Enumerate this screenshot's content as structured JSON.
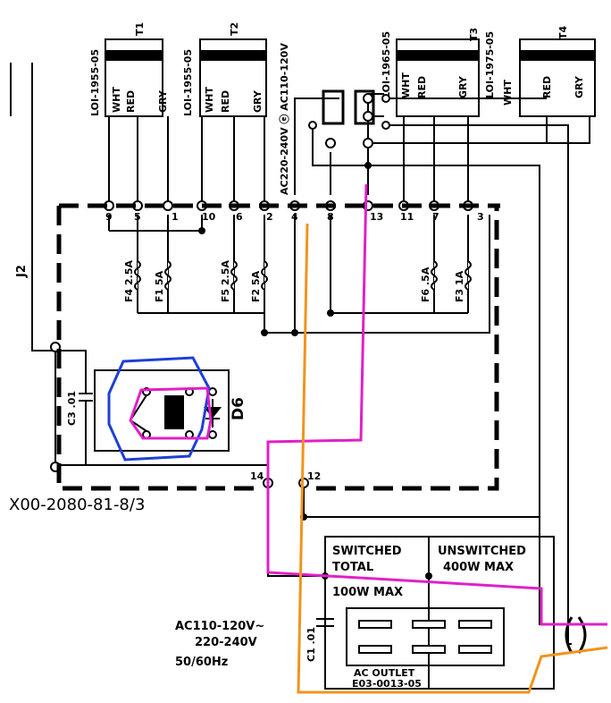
{
  "header_labels": {
    "t1_part": "LOI-1955-05",
    "t1": "T1",
    "t2_part": "LOI-1955-05",
    "t2": "T2",
    "ac_input": "AC220-240V ⓔ AC110-120V",
    "t3_part_a": "LOI-1965-05",
    "t3": "T3",
    "t4_part": "LOI-1975-05",
    "t4": "T4"
  },
  "wire_colors": {
    "t1": [
      "WHT",
      "RED",
      "GRY"
    ],
    "t2": [
      "WHT",
      "RED",
      "GRY"
    ],
    "t3": [
      "WHT",
      "RED",
      "GRY"
    ],
    "t4_a": "WHT",
    "t4_b": "RED",
    "t4_c": "GRY"
  },
  "terminals": [
    "9",
    "5",
    "1",
    "10",
    "6",
    "2",
    "4",
    "8",
    "13",
    "11",
    "7",
    "3"
  ],
  "fuses": [
    "F4 2.5A",
    "F1 5A",
    "F5 2.5A",
    "F2 5A",
    "F6 .5A",
    "F3 1A"
  ],
  "connector": "J2",
  "cap_c3": "C3 .01",
  "diode": "D6",
  "lower_terminals": [
    "14",
    "12"
  ],
  "board_part": "X00-2080-81-8/3",
  "outlet": {
    "switched": "SWITCHED",
    "total": "TOTAL",
    "switched_max": "100W MAX",
    "unswitched": "UNSWITCHED",
    "unswitched_max": "400W MAX",
    "cap_c1": "C1 .01",
    "name": "AC OUTLET",
    "part": "E03-0013-05"
  },
  "mains": {
    "line1": "AC110-120V~",
    "line2": "220-240V",
    "line3": "50/60Hz"
  },
  "colors": {
    "ink": "#000000",
    "annotation_blue": "#1f3fd6",
    "annotation_magenta": "#e020c8",
    "annotation_orange": "#f0941c"
  }
}
